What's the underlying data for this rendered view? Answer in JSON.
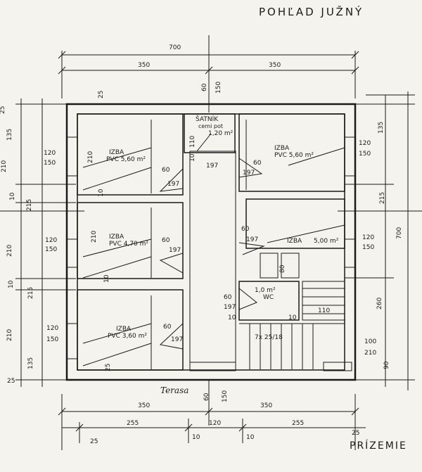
{
  "title": "POHĽAD JUŽNÝ",
  "subtitle": "PRÍZEMIE",
  "terrace": "Terasa",
  "rooms": {
    "izba1": {
      "name": "IZBA",
      "floor": "PVC 5,60 m²"
    },
    "izba2": {
      "name": "IZBA",
      "floor": "PVC 4,70 m²"
    },
    "izba3": {
      "name": "IZBA",
      "floor": "PVC 3,60 m²"
    },
    "izba4": {
      "name": "IZBA",
      "floor": "PVC 5,60 m²"
    },
    "izba5": {
      "name": "IZBA",
      "area": "5,00 m²"
    },
    "satnik": {
      "name": "ŠATNÍK",
      "sub": "cemi pot",
      "area": "1,20 m²"
    },
    "wc": {
      "area": "1,0 m²",
      "name": "WC"
    },
    "stairs": "7x 25/18"
  },
  "dims": {
    "d700": "700",
    "d350": "350",
    "d60": "60",
    "d150": "150",
    "d25": "25",
    "d135": "135",
    "d210": "210",
    "d120": "120",
    "d10": "10",
    "d215": "215",
    "d197": "197",
    "d260": "260",
    "d80": "80",
    "d110": "110",
    "d100": "100",
    "d90": "90",
    "d255": "255"
  }
}
